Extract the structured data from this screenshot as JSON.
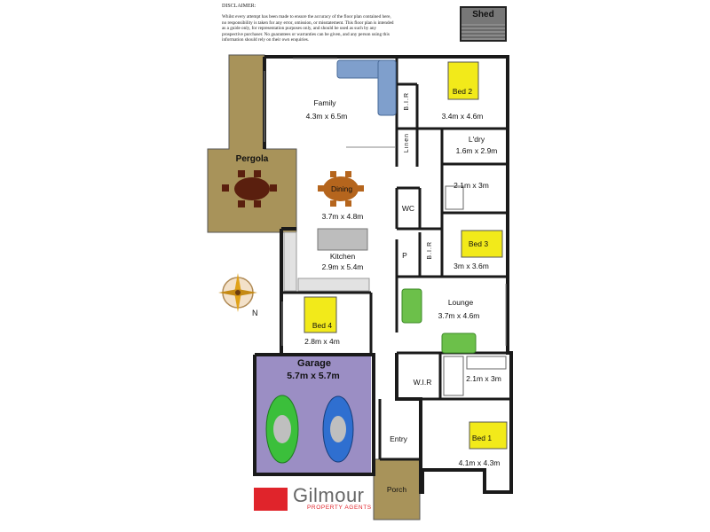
{
  "disclaimer": {
    "title": "DISCLAIMER:",
    "body": "Whilst every attempt has been made to ensure the accuracy of the floor plan contained here, no responsibility is taken for any error, omission, or misstatement. This floor plan is intended as a guide only, for representation purposes only, and should be used as such by any prospective purchaser. No guarantees or warranties can be given, and any person using this information should rely on their own enquiries."
  },
  "shed": {
    "label": "Shed"
  },
  "rooms": {
    "pergola": {
      "label": "Pergola"
    },
    "family": {
      "label": "Family",
      "dims": "4.3m x 6.5m"
    },
    "bed2": {
      "label": "Bed 2",
      "dims": "3.4m x 4.6m"
    },
    "bir_top": {
      "label": "B.I.R"
    },
    "linen": {
      "label": "Linen"
    },
    "laundry": {
      "label": "L'dry",
      "dims": "1.6m x 2.9m"
    },
    "bath_top": {
      "dims": "2.1m x 3m"
    },
    "dining": {
      "label": "Dining",
      "dims": "3.7m x 4.8m"
    },
    "wc": {
      "label": "WC"
    },
    "pantry": {
      "label": "P"
    },
    "bir_mid": {
      "label": "B.I.R"
    },
    "bed3": {
      "label": "Bed 3",
      "dims": "3m x 3.6m"
    },
    "kitchen": {
      "label": "Kitchen",
      "dims": "2.9m x 5.4m"
    },
    "lounge": {
      "label": "Lounge",
      "dims": "3.7m x 4.6m"
    },
    "bed4": {
      "label": "Bed 4",
      "dims": "2.8m x 4m"
    },
    "garage": {
      "label": "Garage",
      "dims": "5.7m x 5.7m"
    },
    "wir": {
      "label": "W.I.R"
    },
    "ensuite": {
      "dims": "2.1m x 3m"
    },
    "entry": {
      "label": "Entry"
    },
    "bed1": {
      "label": "Bed 1",
      "dims": "4.1m x 4.3m"
    },
    "porch": {
      "label": "Porch"
    }
  },
  "compass": {
    "label": "N"
  },
  "logo": {
    "name": "Gilmour",
    "tagline": "PROPERTY AGENTS"
  },
  "colors": {
    "wall": "#1a1a1a",
    "pergola": "#a8935a",
    "garage": "#9b8ec4",
    "bed_highlight": "#f2ea1a",
    "sofa_blue": "#7f9fcc",
    "sofa_green": "#6cc04a",
    "table_brown": "#b5651d",
    "chair_dark": "#5a1f0e",
    "car_green": "#3bbf3b",
    "car_blue": "#2f6fd0",
    "logo_red": "#e0242b"
  }
}
